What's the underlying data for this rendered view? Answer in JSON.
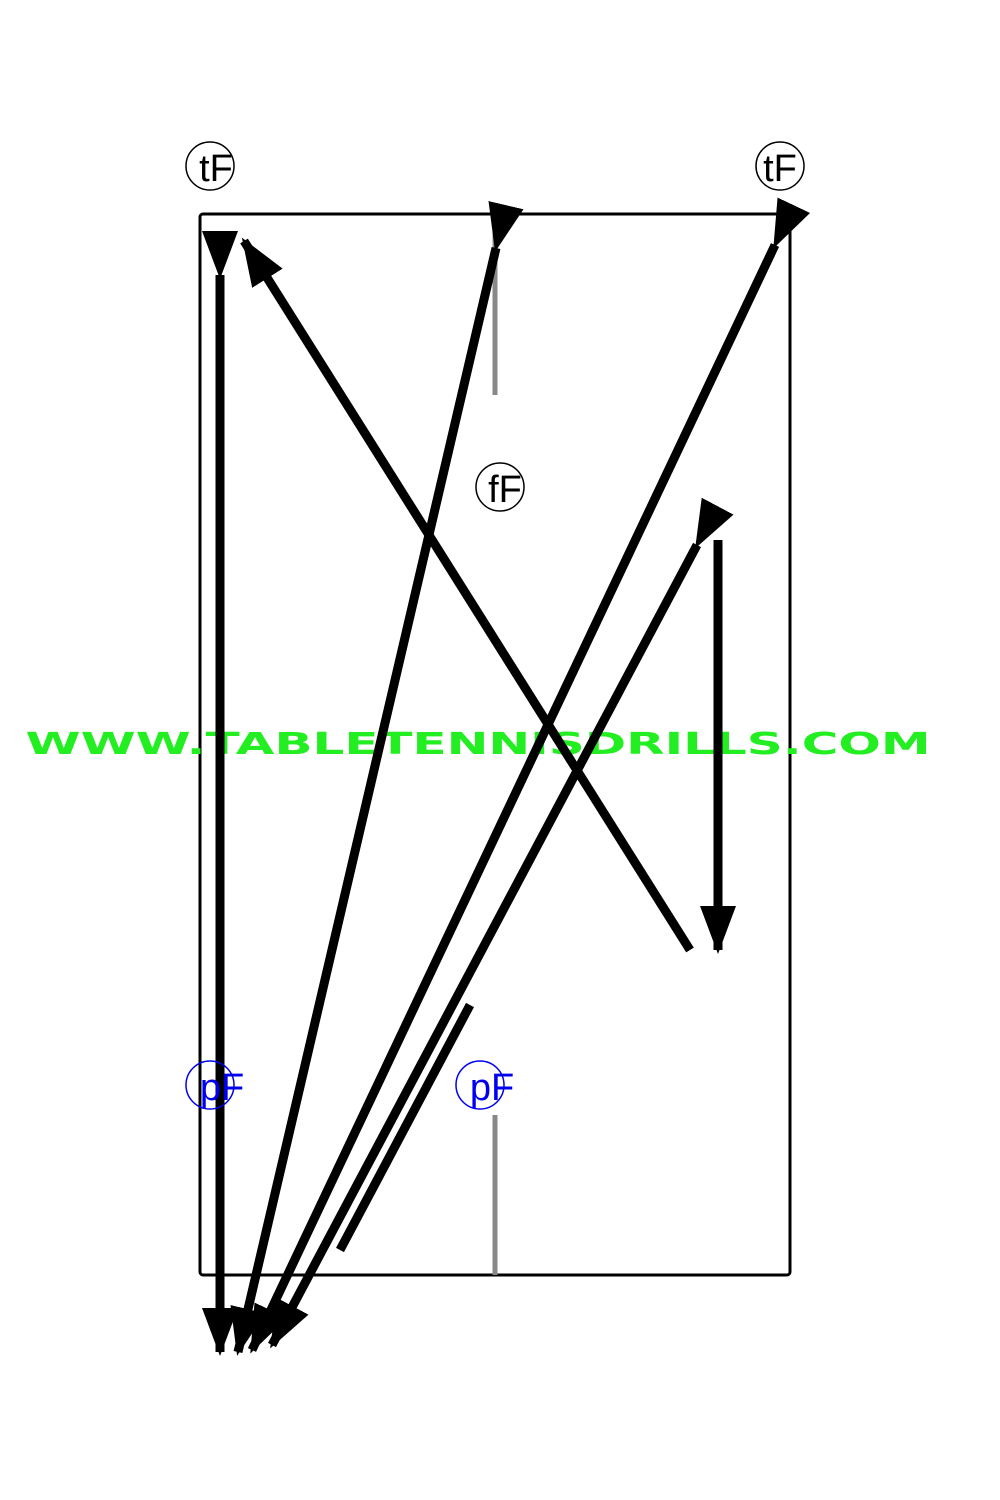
{
  "diagram": {
    "players": {
      "top_left": "tF",
      "top_right": "tF",
      "middle": "fF",
      "bottom_left": "pF",
      "bottom_middle": "pF"
    },
    "watermark": "WWW.TABLETENNISDRILLS.COM"
  },
  "colors": {
    "table_line": "#000000",
    "center_line": "#888888",
    "arrow": "#000000",
    "top_player": "#000000",
    "bottom_player": "#0000ee",
    "watermark": "#22ee22"
  }
}
